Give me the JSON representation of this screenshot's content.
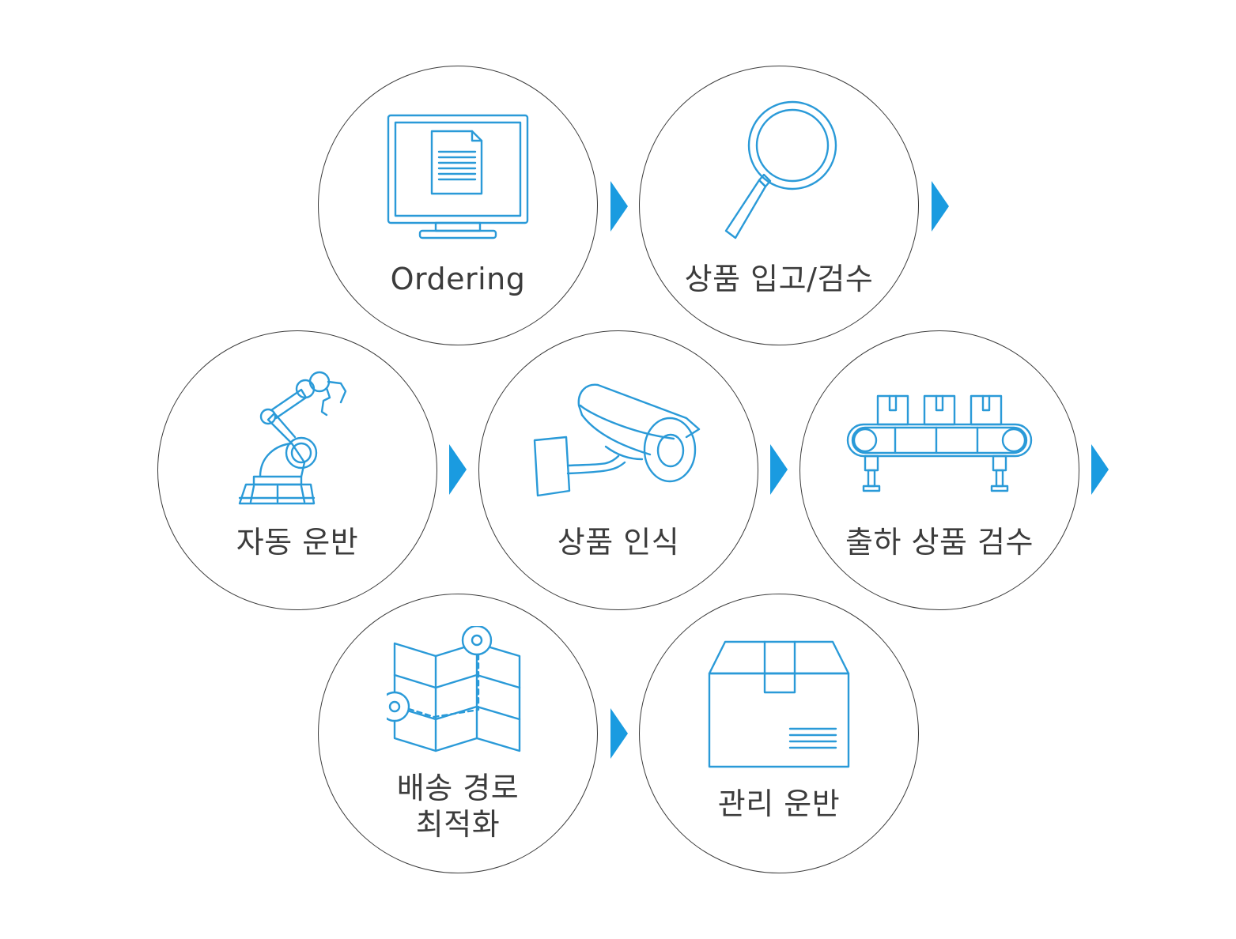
{
  "accent_color": "#2a9ad8",
  "steps": [
    {
      "label": "Ordering",
      "icon": "monitor-document-icon"
    },
    {
      "label": "상품 입고/검수",
      "icon": "magnifier-icon"
    },
    {
      "label": "자동 운반",
      "icon": "robot-arm-icon"
    },
    {
      "label": "상품 인식",
      "icon": "cctv-camera-icon"
    },
    {
      "label": "출하 상품 검수",
      "icon": "conveyor-belt-icon"
    },
    {
      "label_line1": "배송 경로",
      "label_line2": "최적화",
      "icon": "route-map-icon"
    },
    {
      "label": "관리 운반",
      "icon": "box-icon"
    }
  ],
  "arrow_icon": "arrow-right-icon"
}
